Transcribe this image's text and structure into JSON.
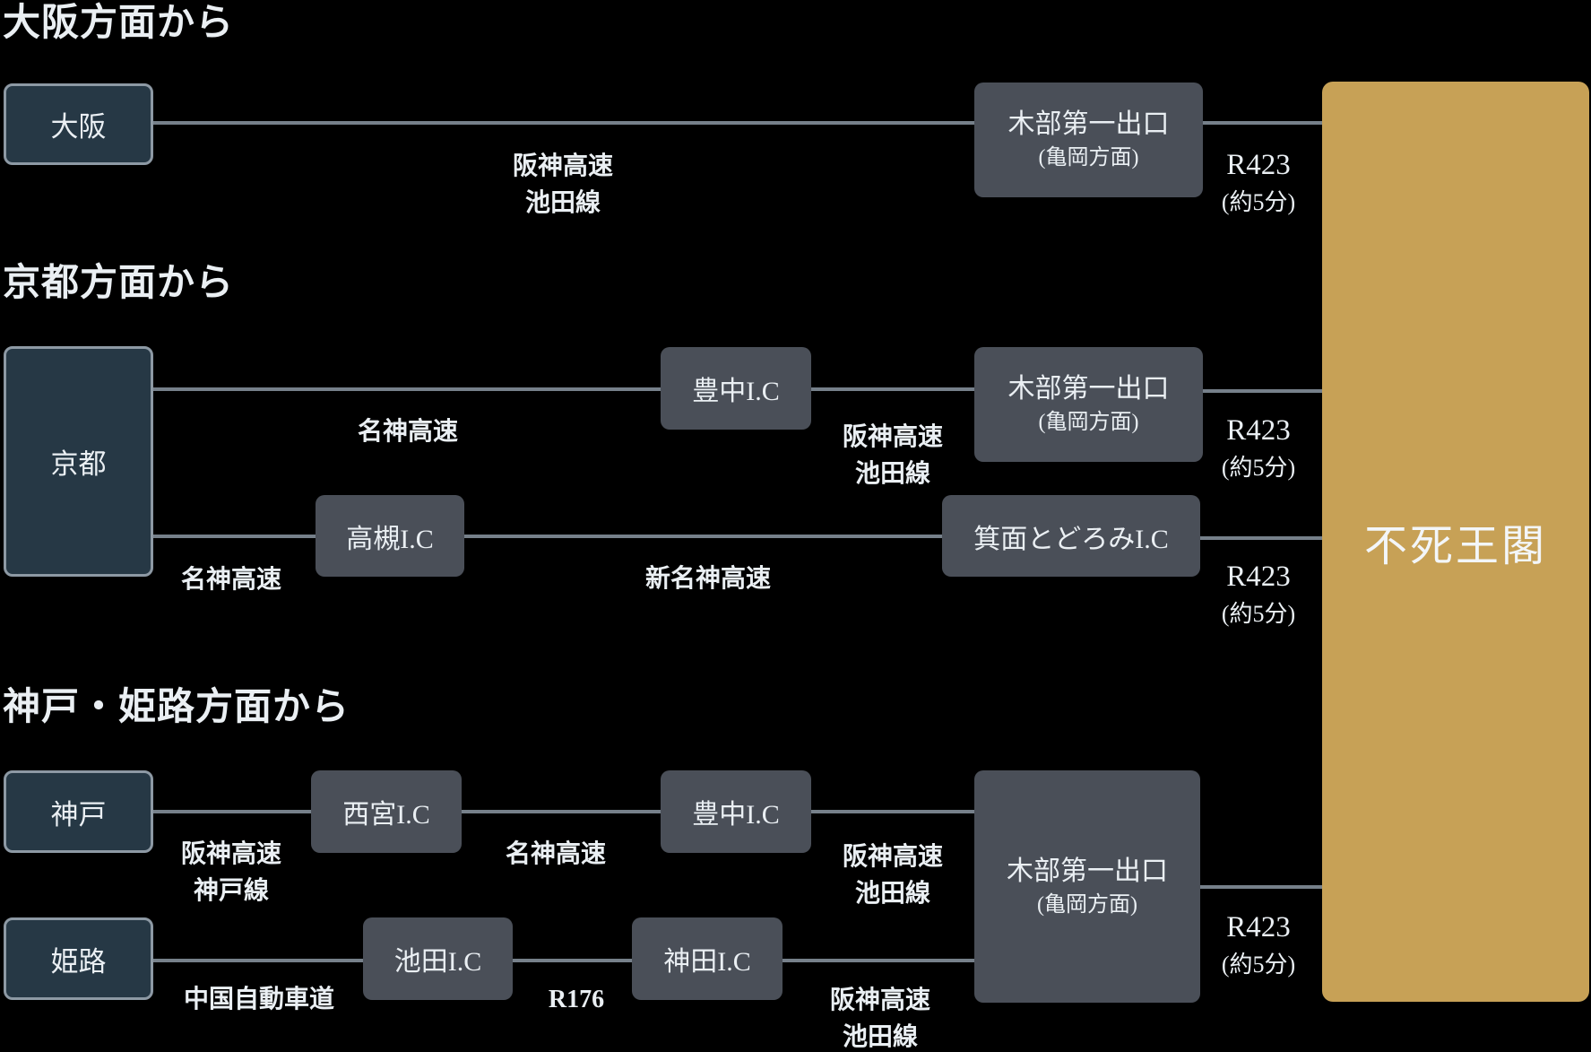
{
  "colors": {
    "bg": "#000000",
    "gold": "#C7A156",
    "navy": "#263845",
    "navyBorder": "#8D99A4",
    "gray": "#4A4F58",
    "line": "#76808A",
    "text": "#EAEFF3"
  },
  "destination": {
    "name": "不死王閣"
  },
  "osaka": {
    "heading": "大阪方面から",
    "origin": "大阪",
    "via": {
      "line1": "阪神高速",
      "line2": "池田線"
    },
    "exit": {
      "name": "木部第一出口",
      "note": "(亀岡方面)"
    },
    "final": {
      "road": "R423",
      "time": "(約5分)"
    }
  },
  "kyoto": {
    "heading": "京都方面から",
    "origin": "京都",
    "route1": {
      "via1": "名神高速",
      "ic": "豊中I.C",
      "via2": {
        "line1": "阪神高速",
        "line2": "池田線"
      },
      "exit": {
        "name": "木部第一出口",
        "note": "(亀岡方面)"
      },
      "final": {
        "road": "R423",
        "time": "(約5分)"
      }
    },
    "route2": {
      "via1": "名神高速",
      "ic1": "高槻I.C",
      "via2": "新名神高速",
      "ic2": "箕面とどろみI.C",
      "final": {
        "road": "R423",
        "time": "(約5分)"
      }
    }
  },
  "kobeHimeji": {
    "heading": "神戸・姫路方面から",
    "kobe": {
      "origin": "神戸",
      "via1": {
        "line1": "阪神高速",
        "line2": "神戸線"
      },
      "ic1": "西宮I.C",
      "via2": "名神高速",
      "ic2": "豊中I.C",
      "via3": {
        "line1": "阪神高速",
        "line2": "池田線"
      }
    },
    "himeji": {
      "origin": "姫路",
      "via1": "中国自動車道",
      "ic1": "池田I.C",
      "via2": "R176",
      "ic2": "神田I.C",
      "via3": {
        "line1": "阪神高速",
        "line2": "池田線"
      }
    },
    "exit": {
      "name": "木部第一出口",
      "note": "(亀岡方面)"
    },
    "final": {
      "road": "R423",
      "time": "(約5分)"
    }
  }
}
